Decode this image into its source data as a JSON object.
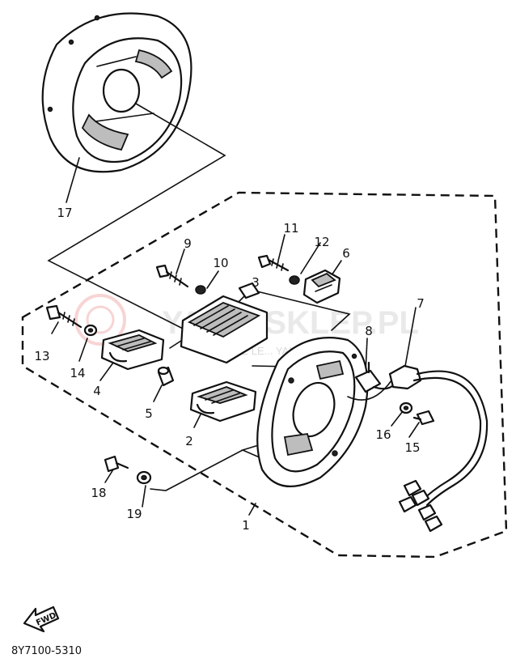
{
  "watermark": {
    "main": "YAMA-SKLEP.PL",
    "sub": "CHOWICZ LE... YAMAHA"
  },
  "callouts": [
    {
      "id": "17",
      "label": "17"
    },
    {
      "id": "11",
      "label": "11"
    },
    {
      "id": "12",
      "label": "12"
    },
    {
      "id": "6",
      "label": "6"
    },
    {
      "id": "9",
      "label": "9"
    },
    {
      "id": "10",
      "label": "10"
    },
    {
      "id": "3",
      "label": "3"
    },
    {
      "id": "7",
      "label": "7"
    },
    {
      "id": "8",
      "label": "8"
    },
    {
      "id": "13",
      "label": "13"
    },
    {
      "id": "14",
      "label": "14"
    },
    {
      "id": "4",
      "label": "4"
    },
    {
      "id": "5",
      "label": "5"
    },
    {
      "id": "2",
      "label": "2"
    },
    {
      "id": "16",
      "label": "16"
    },
    {
      "id": "15",
      "label": "15"
    },
    {
      "id": "18",
      "label": "18"
    },
    {
      "id": "19",
      "label": "19"
    },
    {
      "id": "1",
      "label": "1"
    }
  ],
  "fwd_label": "FWD",
  "diagram_code": "8Y7100-5310",
  "colors": {
    "ink": "#111111",
    "paper": "#ffffff"
  }
}
